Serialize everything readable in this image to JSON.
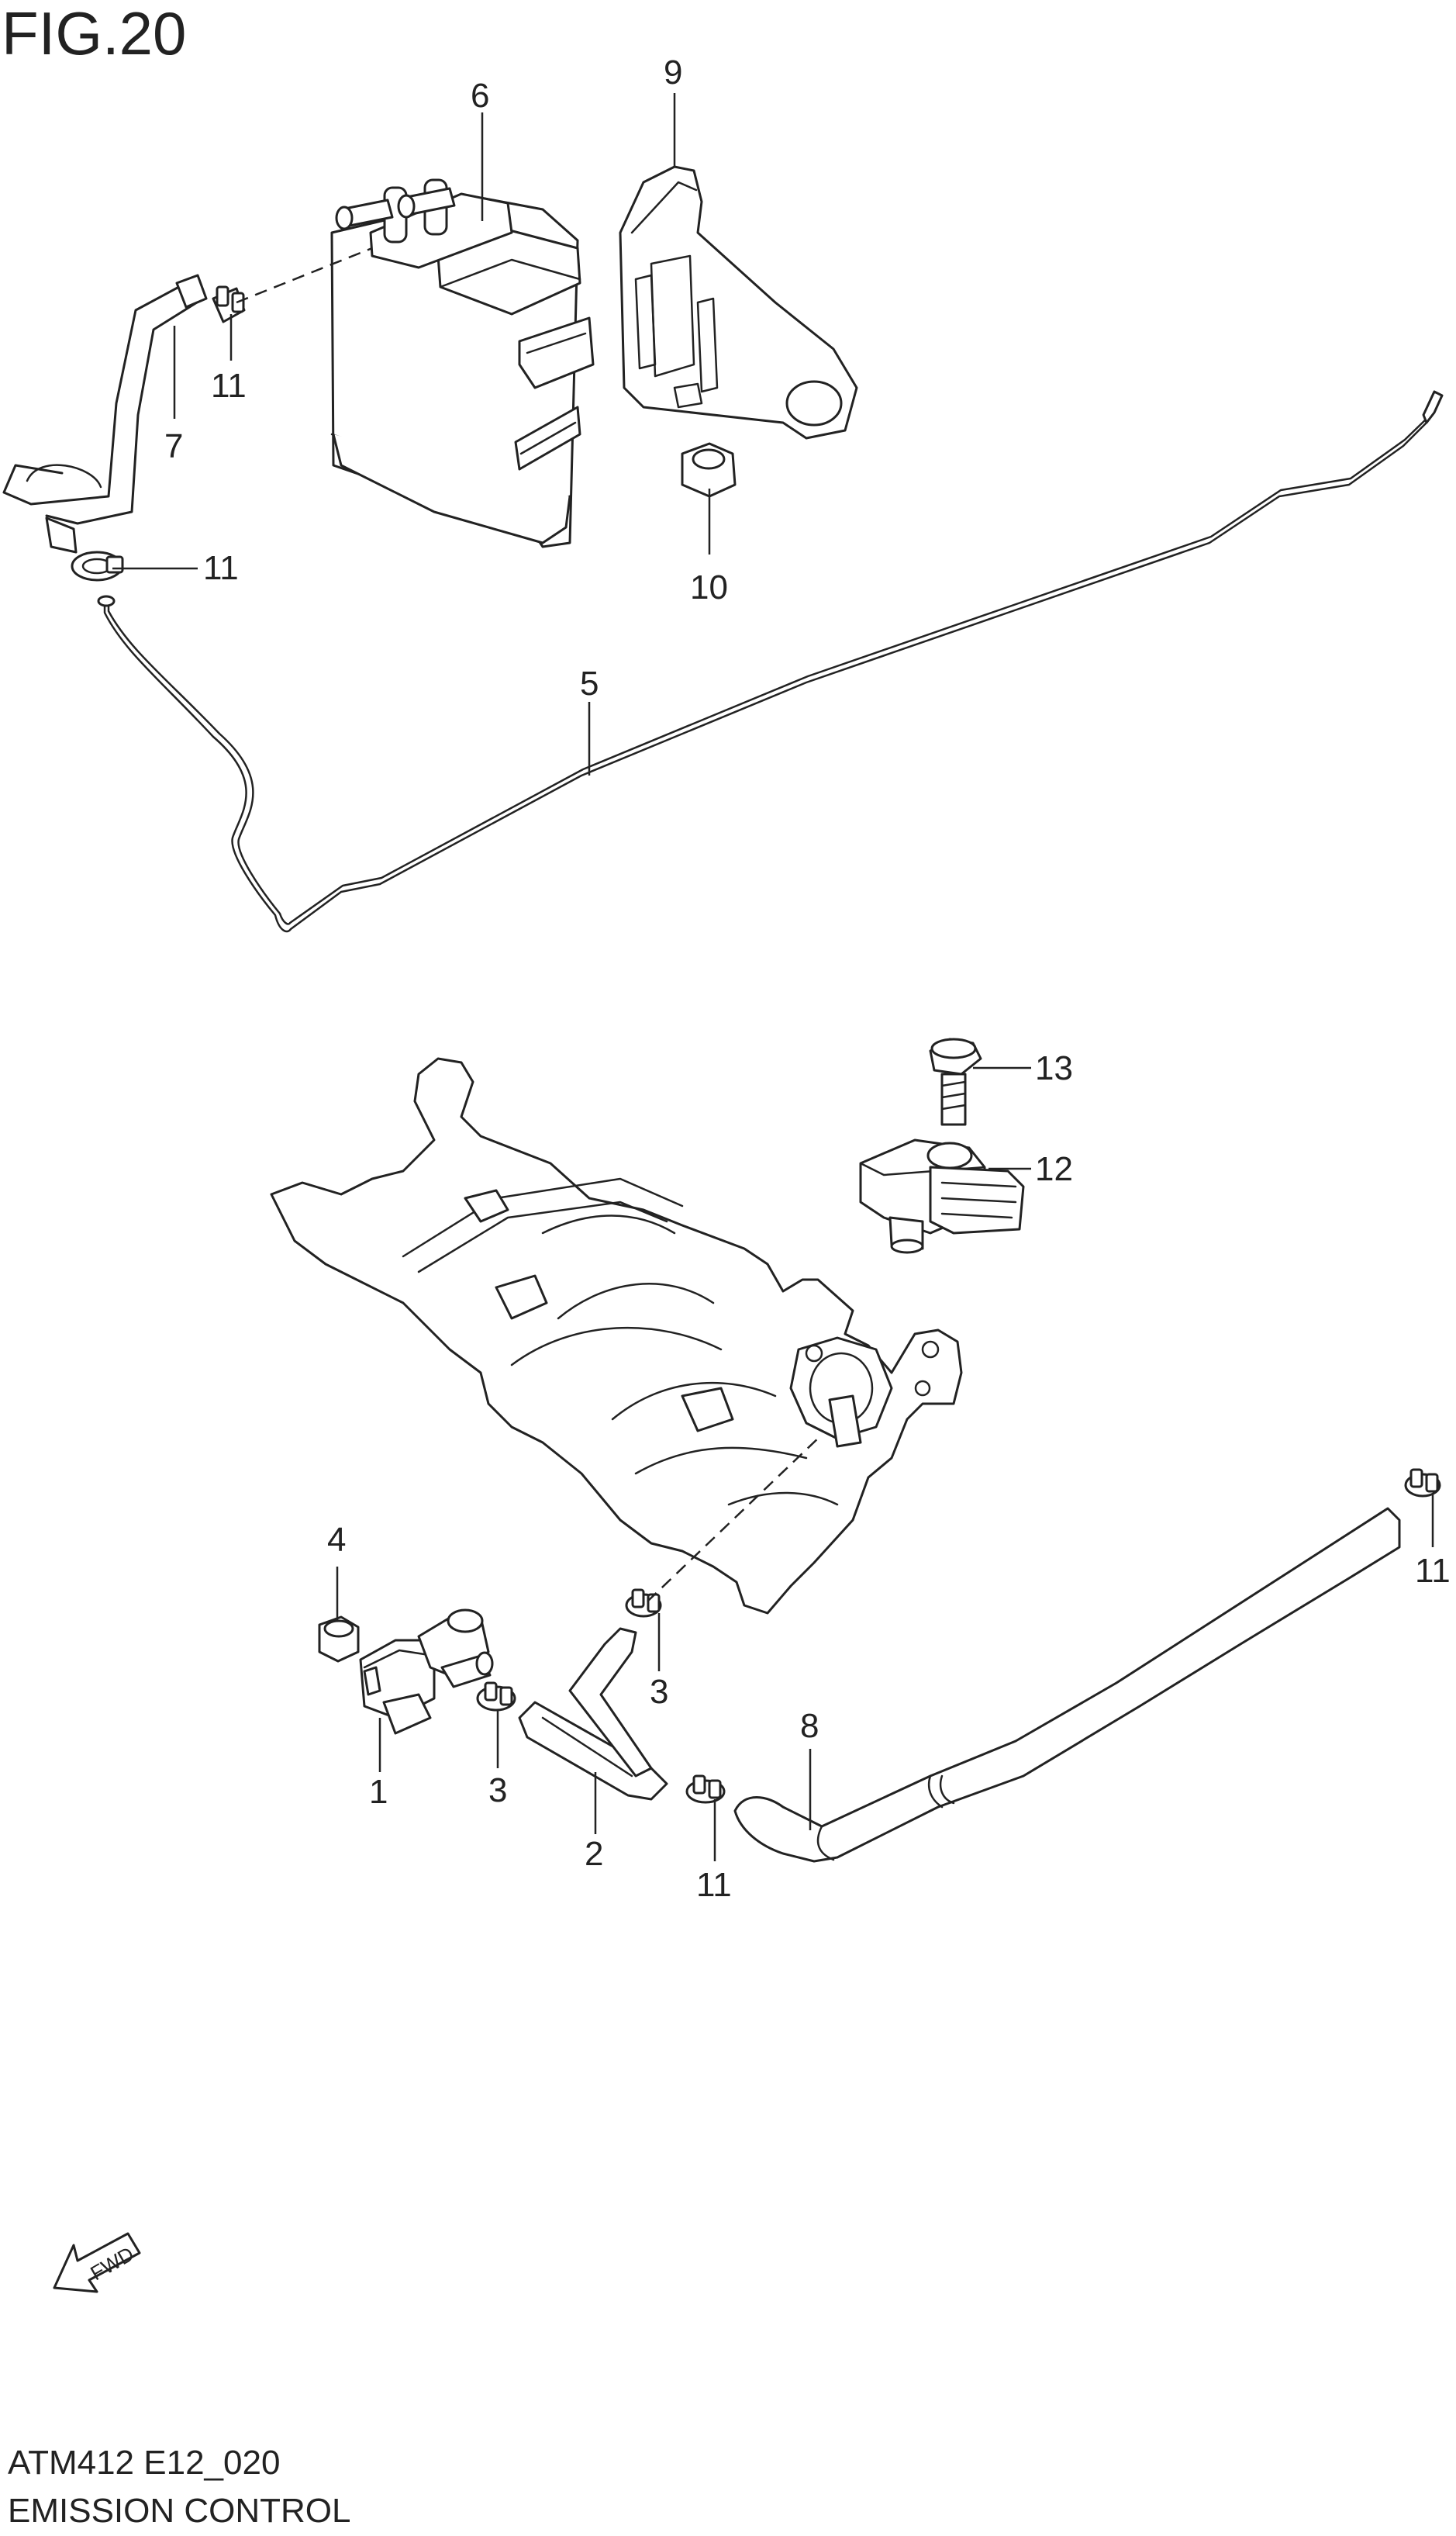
{
  "figure": {
    "title": "FIG.20",
    "code": "ATM412 E12_020",
    "name": "EMISSION CONTROL"
  },
  "fwd_label": "FWD",
  "callouts": [
    {
      "id": "c6",
      "label": "6"
    },
    {
      "id": "c9",
      "label": "9"
    },
    {
      "id": "c11a",
      "label": "11"
    },
    {
      "id": "c7",
      "label": "7"
    },
    {
      "id": "c11b",
      "label": "11"
    },
    {
      "id": "c10",
      "label": "10"
    },
    {
      "id": "c5",
      "label": "5"
    },
    {
      "id": "c13",
      "label": "13"
    },
    {
      "id": "c12",
      "label": "12"
    },
    {
      "id": "c4",
      "label": "4"
    },
    {
      "id": "c11c",
      "label": "11"
    },
    {
      "id": "c8",
      "label": "8"
    },
    {
      "id": "c3a",
      "label": "3"
    },
    {
      "id": "c1",
      "label": "1"
    },
    {
      "id": "c3b",
      "label": "3"
    },
    {
      "id": "c2",
      "label": "2"
    },
    {
      "id": "c11d",
      "label": "11"
    }
  ]
}
